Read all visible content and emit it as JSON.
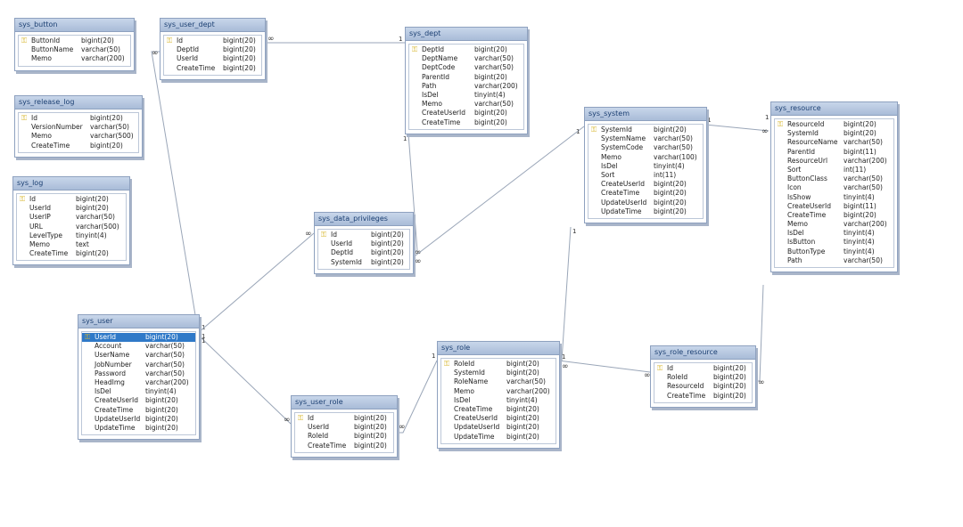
{
  "tables": [
    {
      "id": "sys_button",
      "title": "sys_button",
      "columns": [
        {
          "name": "ButtonId",
          "type": "bigint(20)",
          "pk": true
        },
        {
          "name": "ButtonName",
          "type": "varchar(50)"
        },
        {
          "name": "Memo",
          "type": "varchar(200)"
        }
      ]
    },
    {
      "id": "sys_release_log",
      "title": "sys_release_log",
      "columns": [
        {
          "name": "Id",
          "type": "bigint(20)",
          "pk": true
        },
        {
          "name": "VersionNumber",
          "type": "varchar(50)"
        },
        {
          "name": "Memo",
          "type": "varchar(500)"
        },
        {
          "name": "CreateTime",
          "type": "bigint(20)"
        }
      ]
    },
    {
      "id": "sys_log",
      "title": "sys_log",
      "columns": [
        {
          "name": "Id",
          "type": "bigint(20)",
          "pk": true
        },
        {
          "name": "UserId",
          "type": "bigint(20)"
        },
        {
          "name": "UserIP",
          "type": "varchar(50)"
        },
        {
          "name": "URL",
          "type": "varchar(500)"
        },
        {
          "name": "LevelType",
          "type": "tinyint(4)"
        },
        {
          "name": "Memo",
          "type": "text"
        },
        {
          "name": "CreateTime",
          "type": "bigint(20)"
        }
      ]
    },
    {
      "id": "sys_user_dept",
      "title": "sys_user_dept",
      "columns": [
        {
          "name": "Id",
          "type": "bigint(20)",
          "pk": true
        },
        {
          "name": "DeptId",
          "type": "bigint(20)"
        },
        {
          "name": "UserId",
          "type": "bigint(20)"
        },
        {
          "name": "CreateTime",
          "type": "bigint(20)"
        }
      ]
    },
    {
      "id": "sys_dept",
      "title": "sys_dept",
      "columns": [
        {
          "name": "DeptId",
          "type": "bigint(20)",
          "pk": true
        },
        {
          "name": "DeptName",
          "type": "varchar(50)"
        },
        {
          "name": "DeptCode",
          "type": "varchar(50)"
        },
        {
          "name": "ParentId",
          "type": "bigint(20)"
        },
        {
          "name": "Path",
          "type": "varchar(200)"
        },
        {
          "name": "IsDel",
          "type": "tinyint(4)"
        },
        {
          "name": "Memo",
          "type": "varchar(50)"
        },
        {
          "name": "CreateUserId",
          "type": "bigint(20)"
        },
        {
          "name": "CreateTime",
          "type": "bigint(20)"
        }
      ]
    },
    {
      "id": "sys_system",
      "title": "sys_system",
      "columns": [
        {
          "name": "SystemId",
          "type": "bigint(20)",
          "pk": true
        },
        {
          "name": "SystemName",
          "type": "varchar(50)"
        },
        {
          "name": "SystemCode",
          "type": "varchar(50)"
        },
        {
          "name": "Memo",
          "type": "varchar(100)"
        },
        {
          "name": "IsDel",
          "type": "tinyint(4)"
        },
        {
          "name": "Sort",
          "type": "int(11)"
        },
        {
          "name": "CreateUserId",
          "type": "bigint(20)"
        },
        {
          "name": "CreateTime",
          "type": "bigint(20)"
        },
        {
          "name": "UpdateUserId",
          "type": "bigint(20)"
        },
        {
          "name": "UpdateTime",
          "type": "bigint(20)"
        }
      ]
    },
    {
      "id": "sys_resource",
      "title": "sys_resource",
      "columns": [
        {
          "name": "ResourceId",
          "type": "bigint(20)",
          "pk": true
        },
        {
          "name": "SystemId",
          "type": "bigint(20)"
        },
        {
          "name": "ResourceName",
          "type": "varchar(50)"
        },
        {
          "name": "ParentId",
          "type": "bigint(11)"
        },
        {
          "name": "ResourceUrl",
          "type": "varchar(200)"
        },
        {
          "name": "Sort",
          "type": "int(11)"
        },
        {
          "name": "ButtonClass",
          "type": "varchar(50)"
        },
        {
          "name": "Icon",
          "type": "varchar(50)"
        },
        {
          "name": "IsShow",
          "type": "tinyint(4)"
        },
        {
          "name": "CreateUserId",
          "type": "bigint(11)"
        },
        {
          "name": "CreateTime",
          "type": "bigint(20)"
        },
        {
          "name": "Memo",
          "type": "varchar(200)"
        },
        {
          "name": "IsDel",
          "type": "tinyint(4)"
        },
        {
          "name": "IsButton",
          "type": "tinyint(4)"
        },
        {
          "name": "ButtonType",
          "type": "tinyint(4)"
        },
        {
          "name": "Path",
          "type": "varchar(50)"
        }
      ]
    },
    {
      "id": "sys_data_privileges",
      "title": "sys_data_privileges",
      "columns": [
        {
          "name": "Id",
          "type": "bigint(20)",
          "pk": true
        },
        {
          "name": "UserId",
          "type": "bigint(20)"
        },
        {
          "name": "DeptId",
          "type": "bigint(20)"
        },
        {
          "name": "SystemId",
          "type": "bigint(20)"
        }
      ]
    },
    {
      "id": "sys_user",
      "title": "sys_user",
      "columns": [
        {
          "name": "UserId",
          "type": "bigint(20)",
          "pk": true,
          "selected": true
        },
        {
          "name": "Account",
          "type": "varchar(50)"
        },
        {
          "name": "UserName",
          "type": "varchar(50)"
        },
        {
          "name": "JobNumber",
          "type": "varchar(50)"
        },
        {
          "name": "Password",
          "type": "varchar(50)"
        },
        {
          "name": "HeadImg",
          "type": "varchar(200)"
        },
        {
          "name": "IsDel",
          "type": "tinyint(4)"
        },
        {
          "name": "CreateUserId",
          "type": "bigint(20)"
        },
        {
          "name": "CreateTime",
          "type": "bigint(20)"
        },
        {
          "name": "UpdateUserId",
          "type": "bigint(20)"
        },
        {
          "name": "UpdateTime",
          "type": "bigint(20)"
        }
      ]
    },
    {
      "id": "sys_user_role",
      "title": "sys_user_role",
      "columns": [
        {
          "name": "Id",
          "type": "bigint(20)",
          "pk": true
        },
        {
          "name": "UserId",
          "type": "bigint(20)"
        },
        {
          "name": "RoleId",
          "type": "bigint(20)"
        },
        {
          "name": "CreateTime",
          "type": "bigint(20)"
        }
      ]
    },
    {
      "id": "sys_role",
      "title": "sys_role",
      "columns": [
        {
          "name": "RoleId",
          "type": "bigint(20)",
          "pk": true
        },
        {
          "name": "SystemId",
          "type": "bigint(20)"
        },
        {
          "name": "RoleName",
          "type": "varchar(50)"
        },
        {
          "name": "Memo",
          "type": "varchar(200)"
        },
        {
          "name": "IsDel",
          "type": "tinyint(4)"
        },
        {
          "name": "CreateTime",
          "type": "bigint(20)"
        },
        {
          "name": "CreateUserId",
          "type": "bigint(20)"
        },
        {
          "name": "UpdateUserId",
          "type": "bigint(20)"
        },
        {
          "name": "UpdateTime",
          "type": "bigint(20)"
        }
      ]
    },
    {
      "id": "sys_role_resource",
      "title": "sys_role_resource",
      "columns": [
        {
          "name": "Id",
          "type": "bigint(20)",
          "pk": true
        },
        {
          "name": "RoleId",
          "type": "bigint(20)"
        },
        {
          "name": "ResourceId",
          "type": "bigint(20)"
        },
        {
          "name": "CreateTime",
          "type": "bigint(20)"
        }
      ]
    }
  ],
  "relations": [
    {
      "from": "sys_user_dept",
      "to": "sys_dept",
      "from_card": "∞",
      "to_card": "1"
    },
    {
      "from": "sys_dept",
      "to": "sys_data_privileges",
      "from_card": "1",
      "to_card": "∞"
    },
    {
      "from": "sys_system",
      "to": "sys_data_privileges",
      "from_card": "1",
      "to_card": "∞"
    },
    {
      "from": "sys_system",
      "to": "sys_resource",
      "from_card": "1",
      "to_card": "∞"
    },
    {
      "from": "sys_system",
      "to": "sys_role",
      "from_card": "1",
      "to_card": "∞"
    },
    {
      "from": "sys_user",
      "to": "sys_user_dept",
      "from_card": "1",
      "to_card": "∞"
    },
    {
      "from": "sys_user",
      "to": "sys_data_privileges",
      "from_card": "1",
      "to_card": "∞"
    },
    {
      "from": "sys_user",
      "to": "sys_user_role",
      "from_card": "1",
      "to_card": "∞"
    },
    {
      "from": "sys_role",
      "to": "sys_user_role",
      "from_card": "1",
      "to_card": "∞"
    },
    {
      "from": "sys_role",
      "to": "sys_role_resource",
      "from_card": "1",
      "to_card": "∞"
    },
    {
      "from": "sys_resource",
      "to": "sys_role_resource",
      "from_card": "1",
      "to_card": "∞"
    }
  ],
  "colors": {
    "header": "#a9bcd8",
    "header_text": "#1b3f72",
    "selected_row": "#2f79c8",
    "key": "#d7b52a",
    "line": "#9aa6b8"
  }
}
